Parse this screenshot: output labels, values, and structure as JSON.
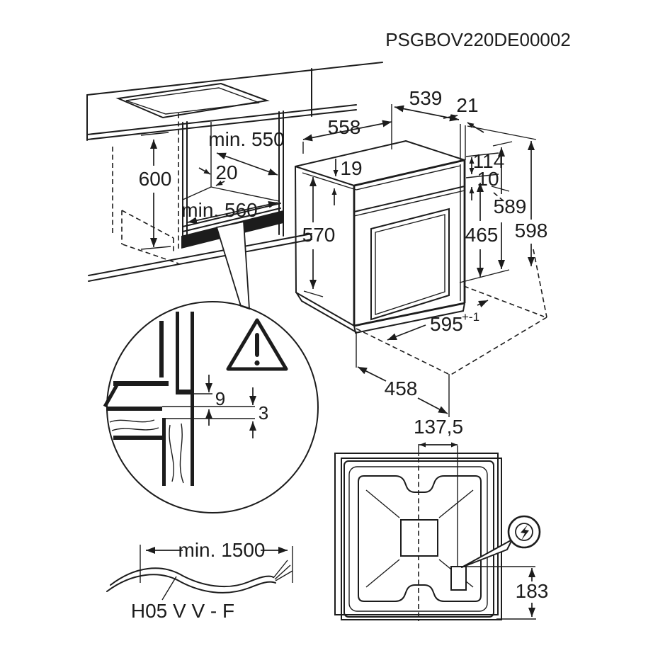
{
  "page": {
    "background": "#ffffff",
    "line_color": "#1c1c1c"
  },
  "title": "PSGBOV220DE00002",
  "cabinet": {
    "height": "600",
    "top_depth": "min. 550",
    "floor_setback": "20",
    "floor_depth": "min. 560"
  },
  "oven": {
    "width": "558",
    "depth": "539",
    "rear_gap": "21",
    "top_clearance": "19",
    "height": "570",
    "panel_height": "114",
    "panel_gap": "10",
    "door_height": "465",
    "niche_height_min": "589",
    "niche_height_max": "598",
    "niche_width": "595",
    "niche_width_tolerance": "+-1",
    "front_depth": "458"
  },
  "detail": {
    "counter_gap": "9",
    "panel_gap": "3"
  },
  "power_cable": {
    "length": "min. 1500",
    "type": "H05 V V - F"
  },
  "rear_view": {
    "connection_offset": "137,5",
    "connection_height": "183"
  },
  "icons": {
    "warning": "warning-triangle",
    "electrical": "lightning-bolt"
  }
}
